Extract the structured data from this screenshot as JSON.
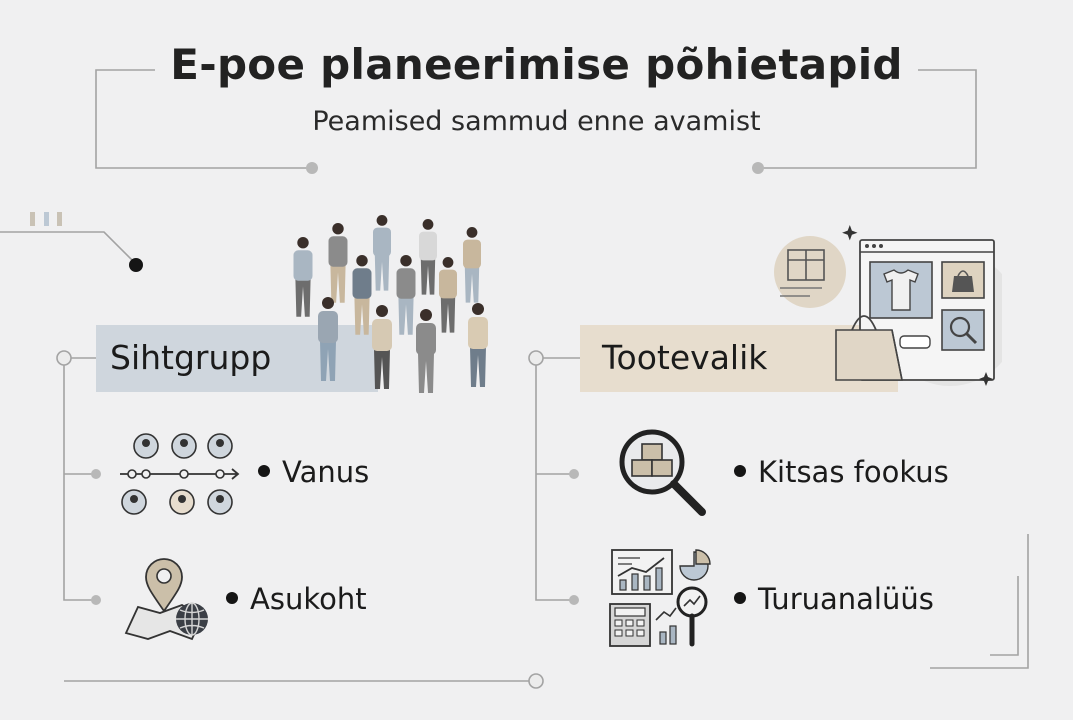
{
  "header": {
    "title": "E-poe planeerimise põhietapid",
    "subtitle": "Peamised sammud enne avamist"
  },
  "left": {
    "heading": "Sihtgrupp",
    "items": [
      "Vanus",
      "Asukoht"
    ]
  },
  "right": {
    "heading": "Tootevalik",
    "items": [
      "Kitsas fookus",
      "Turuanalüüs"
    ]
  },
  "colors": {
    "background": "#f0f0f1",
    "line": "#9a9a9a",
    "left_box": "#cfd6dd",
    "right_box": "#e7ddce",
    "accent_tan": "#c8b79d",
    "accent_blue": "#a9b6c2"
  },
  "icons": {
    "left_heading": "people-crowd-icon",
    "left_items": [
      "age-timeline-icon",
      "location-map-icon"
    ],
    "right_heading": "online-shop-icon",
    "right_items": [
      "product-search-icon",
      "market-analysis-icon"
    ]
  }
}
